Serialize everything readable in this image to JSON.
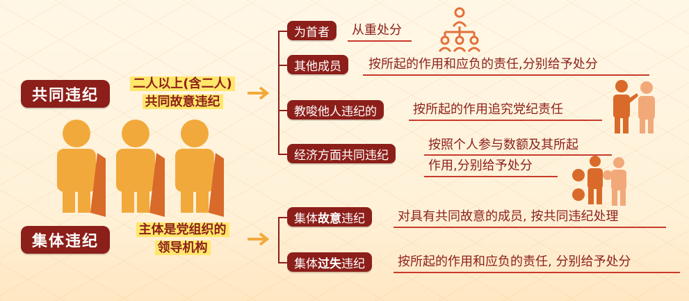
{
  "joint": {
    "label": "共同违纪",
    "desc_line1": "二人以上(含二人)",
    "desc_line2": "共同故意违纪",
    "items": [
      {
        "tag": "为首者",
        "text": "从重处分"
      },
      {
        "tag": "其他成员",
        "text": "按所起的作用和应负的责任,分别给予处分"
      },
      {
        "tag": "教唆他人违纪的",
        "text": "按所起的作用追究党纪责任"
      },
      {
        "tag": "经济方面共同违纪",
        "text_line1": "按照个人参与数额及其所起",
        "text_line2": "作用,分别给予处分"
      }
    ]
  },
  "collective": {
    "label": "集体违纪",
    "desc_line1": "主体是党组织的",
    "desc_line2": "领导机构",
    "items": [
      {
        "tag_prefix": "集体",
        "tag_bold": "故意",
        "tag_suffix": "违纪",
        "text": "对具有共同故意的成员, 按共同违纪处理"
      },
      {
        "tag_prefix": "集体",
        "tag_bold": "过失",
        "tag_suffix": "违纪",
        "text": "按所起的作用和应负的责任, 分别给予处分"
      }
    ]
  },
  "colors": {
    "accent": "#8c1f1a",
    "highlight": "#ffe76a",
    "figure": "#f2a93b",
    "icon": "#e2703a"
  },
  "icons": [
    "org-chart-icon",
    "instigate-icon",
    "money-bag-icon"
  ]
}
